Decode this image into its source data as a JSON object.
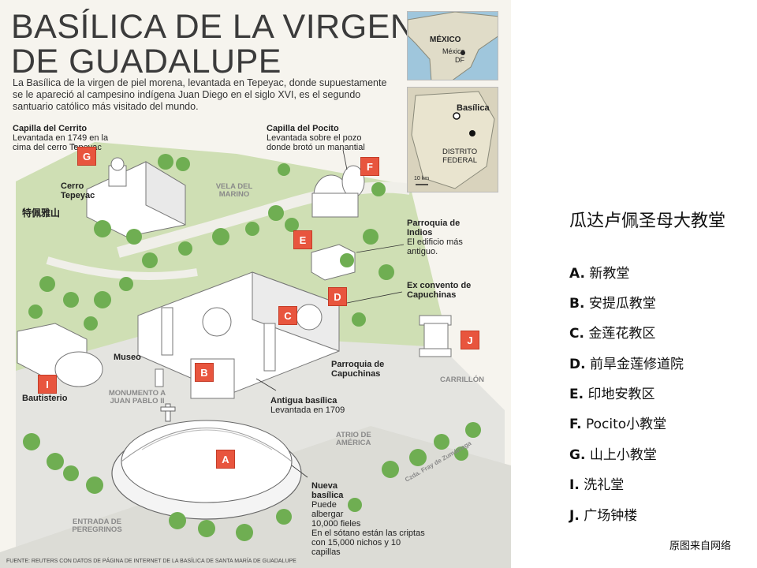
{
  "infographic": {
    "title_line1": "BASÍLICA DE LA VIRGEN",
    "title_line2": "DE GUADALUPE",
    "intro": "La Basílica de la virgen de piel morena, levantada en Tepeyac, donde supuestamente se le apareció al campesino indígena Juan Diego en el siglo XVI, es el segundo santuario católico más visitado del mundo.",
    "labels": {
      "capilla_cerrito": "Capilla del Cerrito",
      "capilla_cerrito_sub": "Levantada en 1749 en la cima del cerro Tepeyac",
      "capilla_pocito": "Capilla del Pocito",
      "capilla_pocito_sub": "Levantada sobre el pozo donde brotó un manantial",
      "cerro_tepeyac": "Cerro Tepeyac",
      "cerro_cn": "特佩雅山",
      "vela_marino": "VELA DEL MARINO",
      "parroquia_indios": "Parroquia de Indios",
      "parroquia_indios_sub": "El edificio más antiguo.",
      "ex_convento": "Ex convento de Capuchinas",
      "museo": "Museo",
      "parroquia_capuchinas": "Parroquia de Capuchinas",
      "carrillon": "CARRILLÓN",
      "bautisterio": "Bautisterio",
      "monumento": "MONUMENTO A JUAN PABLO II",
      "antigua_basilica": "Antigua basílica",
      "antigua_basilica_sub": "Levantada en 1709",
      "atrio": "ATRIO DE AMÉRICA",
      "nueva_basilica": "Nueva basílica",
      "nueva_basilica_sub1": "Puede albergar 10,000 fieles",
      "nueva_basilica_sub2": "En el sótano están las criptas con 15,000 nichos y 10 capillas",
      "entrada": "ENTRADA DE PEREGRINOS",
      "calzada": "Czda. Fray de Zumárraga"
    },
    "badges": [
      "A",
      "B",
      "C",
      "D",
      "E",
      "F",
      "G",
      "I",
      "J"
    ],
    "source": "FUENTE: REUTERS CON DATOS DE PÁGINA DE INTERNET DE LA BASÍLICA DE SANTA MARÍA DE GUADALUPE",
    "map_mexico": {
      "country": "MÉXICO",
      "city": "México",
      "city2": "DF"
    },
    "map_df": {
      "place": "Basílica",
      "district_line1": "DISTRITO",
      "district_line2": "FEDERAL",
      "scale": "10 km"
    }
  },
  "quiz": {
    "title": "瓜达卢佩圣母大教堂",
    "options": [
      {
        "key": "A.",
        "text": "新教堂"
      },
      {
        "key": "B.",
        "text": "安提瓜教堂"
      },
      {
        "key": "C.",
        "text": "金莲花教区"
      },
      {
        "key": "D.",
        "text": "前旱金莲修道院"
      },
      {
        "key": "E.",
        "text": "印地安教区"
      },
      {
        "key": "F.",
        "text": "Pocito小教堂"
      },
      {
        "key": "G.",
        "text": "山上小教堂"
      },
      {
        "key": "I.",
        "text": "洗礼堂"
      },
      {
        "key": "J.",
        "text": "广场钟楼"
      }
    ],
    "credit": "原图来自网络"
  },
  "colors": {
    "badge": "#e8553e",
    "grass": "#cfdfb4",
    "trees": "#6fae52",
    "buildings": "#ffffff"
  }
}
